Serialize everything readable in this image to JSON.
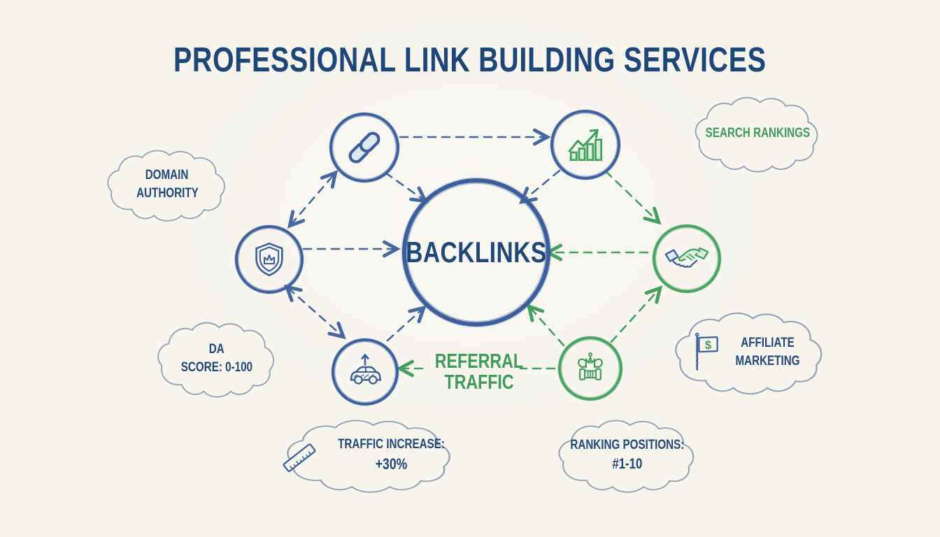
{
  "title": "PROFESSIONAL LINK BUILDING SERVICES",
  "center": {
    "label": "BACKLINKS"
  },
  "icons": {
    "chain": "chain-link-icon",
    "chart": "growth-chart-icon",
    "shield": "shield-crown-icon",
    "handshake": "handshake-icon",
    "car": "car-up-arrow-icon",
    "crown": "crown-throne-icon",
    "flag": "dollar-flag-icon",
    "ruler": "ruler-icon"
  },
  "clouds": {
    "domain_authority": {
      "line1": "DOMAIN",
      "line2": "AUTHORITY"
    },
    "search_rankings": {
      "line1": "SEARCH RANKINGS"
    },
    "da_score": {
      "line1": "DA",
      "line2": "SCORE: 0-100"
    },
    "affiliate_marketing": {
      "line1": "AFFILIATE",
      "line2": "MARKETING"
    },
    "traffic_increase": {
      "line1": "TRAFFIC INCREASE:",
      "line2": "+30%"
    },
    "ranking_positions": {
      "line1": "RANKING POSITIONS:",
      "line2": "#1-10"
    }
  },
  "labels": {
    "referral_traffic_line1": "REFERRAL",
    "referral_traffic_line2": "TRAFFIC"
  },
  "colors": {
    "ink_blue": "#21487b",
    "line_blue": "#46699f",
    "green": "#44a05f",
    "background": "#f6f3ec",
    "cloud_outline": "#94a3b9"
  }
}
